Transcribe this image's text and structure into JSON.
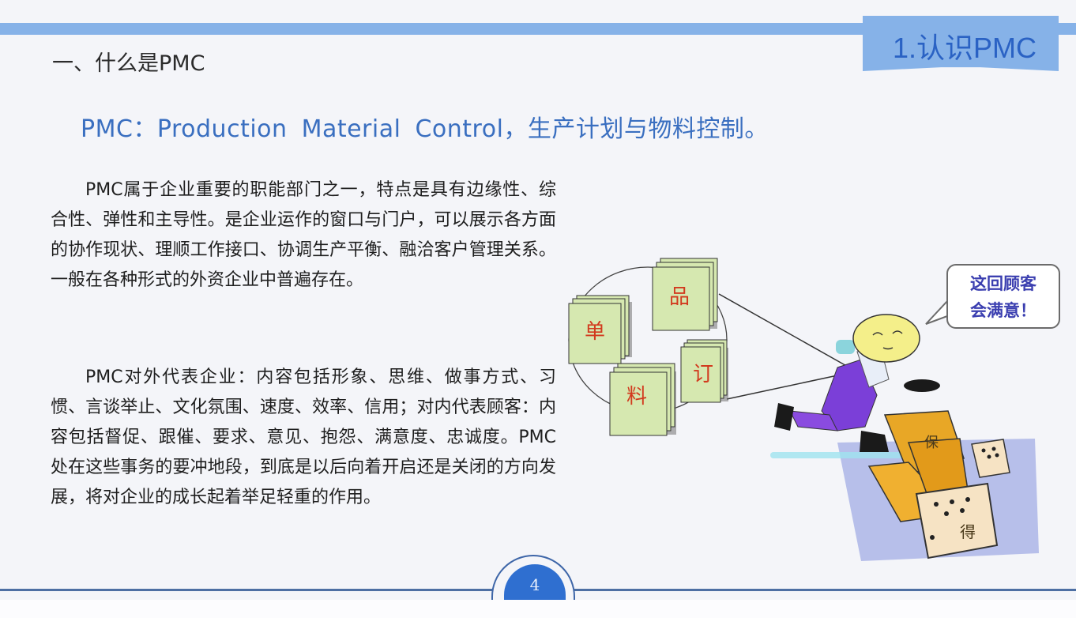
{
  "header": {
    "section_tab": "1.认识PMC",
    "heading": "一、什么是PMC"
  },
  "definition": "PMC：Production Material Control，生产计划与物料控制。",
  "paragraphs": [
    "PMC属于企业重要的职能部门之一，特点是具有边缘性、综合性、弹性和主导性。是企业运作的窗口与门户，可以展示各方面的协作现状、理顺工作接口、协调生产平衡、融洽客户管理关系。一般在各种形式的外资企业中普遍存在。",
    "PMC对外代表企业：内容包括形象、思维、做事方式、习惯、言谈举止、文化氛围、速度、效率、信用；对内代表顾客：内容包括督促、跟催、要求、意见、抱怨、满意度、忠诚度。PMC处在这些事务的要冲地段，到底是以后向着开启还是关闭的方向发展，将对企业的成长起着举足轻重的作用。"
  ],
  "illustration": {
    "documents": [
      "单",
      "品",
      "料",
      "订"
    ],
    "dice_labels": [
      "保",
      "得"
    ],
    "speech_bubble": [
      "这回顾客",
      "会满意！"
    ]
  },
  "footer": {
    "page_number": "4"
  },
  "colors": {
    "accent_bar": "#86b2e8",
    "tab_text": "#2a62c4",
    "definition_text": "#3a6fc0",
    "doc_fill": "#d6e8b0",
    "doc_text": "#d23a1e",
    "bubble_text": "#3b3fb0",
    "page_badge": "#2f6fd0"
  }
}
